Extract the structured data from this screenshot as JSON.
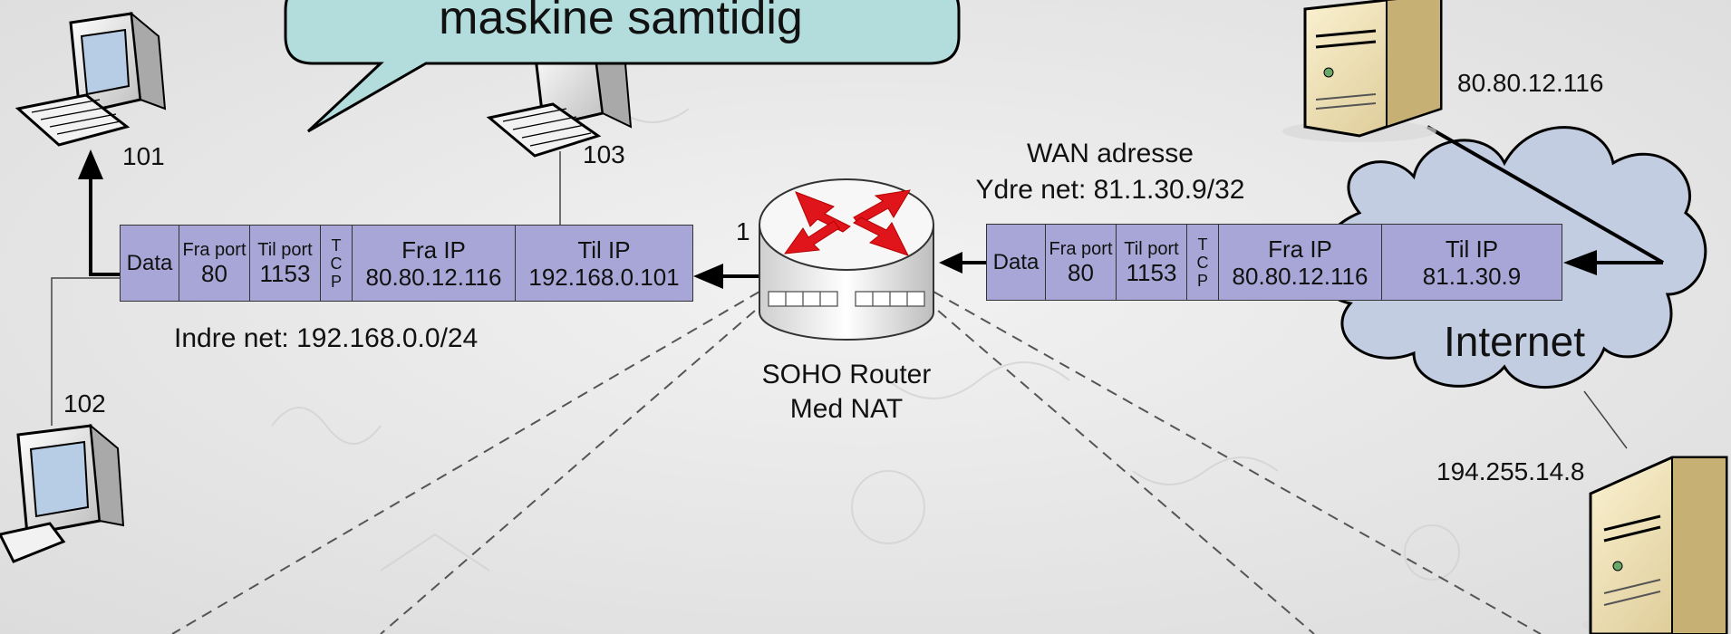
{
  "callout": {
    "text": "maskine samtidig"
  },
  "hosts": [
    {
      "label": "101"
    },
    {
      "label": "103"
    },
    {
      "label": "102"
    }
  ],
  "servers": [
    {
      "label": "80.80.12.116"
    },
    {
      "label": "194.255.14.8"
    }
  ],
  "router": {
    "line1": "SOHO Router",
    "line2": "Med NAT",
    "port_label": "1"
  },
  "wan": {
    "line1": "WAN adresse",
    "line2": "Ydre net: 81.1.30.9/32"
  },
  "lan": {
    "label": "Indre net: 192.168.0.0/24"
  },
  "internet": {
    "label": "Internet"
  },
  "packet_left": {
    "data": "Data",
    "fra_port_label": "Fra port",
    "fra_port": "80",
    "til_port_label": "Til port",
    "til_port": "1153",
    "proto": [
      "T",
      "C",
      "P"
    ],
    "fra_ip_label": "Fra IP",
    "fra_ip": "80.80.12.116",
    "til_ip_label": "Til IP",
    "til_ip": "192.168.0.101"
  },
  "packet_right": {
    "data": "Data",
    "fra_port_label": "Fra port",
    "fra_port": "80",
    "til_port_label": "Til port",
    "til_port": "1153",
    "proto": [
      "T",
      "C",
      "P"
    ],
    "fra_ip_label": "Fra IP",
    "fra_ip": "80.80.12.116",
    "til_ip_label": "Til IP",
    "til_ip": "81.1.30.9"
  },
  "colors": {
    "packet_fill": "#a7a6d6",
    "callout_fill": "#b3dcdc",
    "cloud_fill": "#c3cde2",
    "router_arrows": "#e0141b"
  }
}
